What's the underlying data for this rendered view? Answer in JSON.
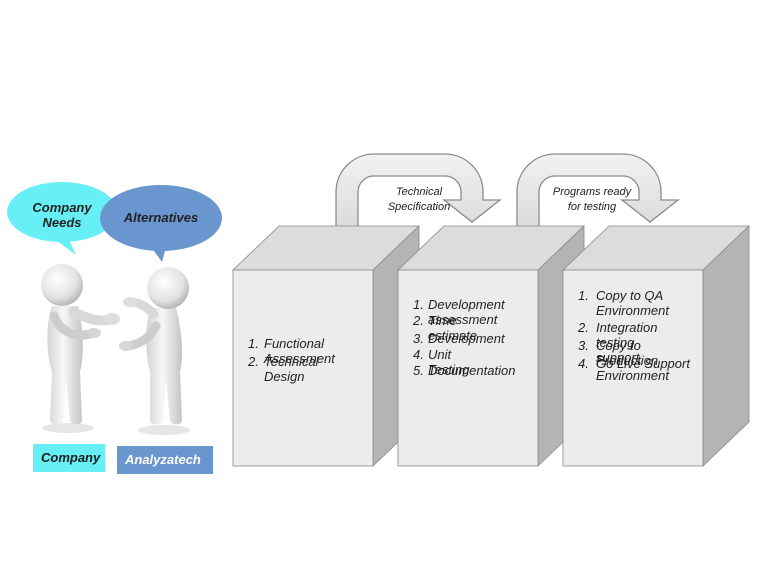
{
  "bubbles": {
    "company_needs": [
      "Company",
      "Needs"
    ],
    "alternatives": "Alternatives"
  },
  "labels": {
    "company": "Company",
    "analyzatech": "Analyzatech"
  },
  "arrows": {
    "first": [
      "Technical",
      "Specification"
    ],
    "second": [
      "Programs ready",
      "for testing"
    ]
  },
  "boxes": [
    {
      "items": [
        {
          "num": "1.",
          "lines": [
            "Functional",
            "Assessment"
          ]
        },
        {
          "num": "2.",
          "lines": [
            "Technical",
            "Design"
          ]
        }
      ]
    },
    {
      "items": [
        {
          "num": "1.",
          "lines": [
            "Development",
            "assessment"
          ]
        },
        {
          "num": "2.",
          "lines": [
            "Time",
            "estimate"
          ]
        },
        {
          "num": "3.",
          "lines": [
            "Development"
          ]
        },
        {
          "num": "4.",
          "lines": [
            "Unit",
            "Testing"
          ]
        },
        {
          "num": "5.",
          "lines": [
            "Documentation"
          ]
        }
      ]
    },
    {
      "items": [
        {
          "num": "1.",
          "lines": [
            "Copy to QA",
            "Environment"
          ]
        },
        {
          "num": "2.",
          "lines": [
            "Integration",
            "testing",
            "support"
          ]
        },
        {
          "num": "3.",
          "lines": [
            "Copy to",
            "Production",
            "Environment"
          ]
        },
        {
          "num": "4.",
          "lines": [
            "Go Live Support"
          ]
        }
      ]
    }
  ],
  "colors": {
    "company_accent": "#66f0f5",
    "analyzatech_accent": "#6a96cf",
    "box_front": "#ececec",
    "box_top": "#dcdcdc",
    "box_side": "#b4b4b4"
  }
}
